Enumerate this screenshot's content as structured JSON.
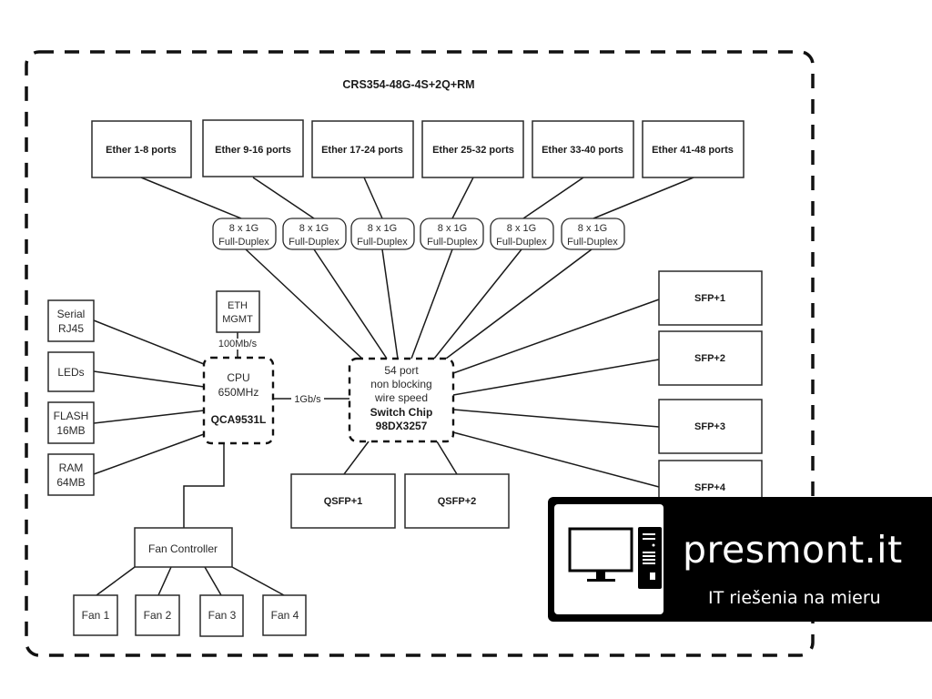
{
  "title": "CRS354-48G-4S+2Q+RM",
  "ether_groups": [
    {
      "label": "Ether 1-8 ports",
      "link": [
        "8 x 1G",
        "Full-Duplex"
      ]
    },
    {
      "label": "Ether 9-16 ports",
      "link": [
        "8 x 1G",
        "Full-Duplex"
      ]
    },
    {
      "label": "Ether 17-24 ports",
      "link": [
        "8 x 1G",
        "Full-Duplex"
      ]
    },
    {
      "label": "Ether 25-32 ports",
      "link": [
        "8 x 1G",
        "Full-Duplex"
      ]
    },
    {
      "label": "Ether 33-40 ports",
      "link": [
        "8 x 1G",
        "Full-Duplex"
      ]
    },
    {
      "label": "Ether 41-48 ports",
      "link": [
        "8 x 1G",
        "Full-Duplex"
      ]
    }
  ],
  "cpu": {
    "lines": [
      "CPU",
      "650MHz"
    ],
    "model": "QCA9531L"
  },
  "eth_mgmt": {
    "lines": [
      "ETH",
      "MGMT"
    ],
    "speed": "100Mb/s"
  },
  "cpu_peripherals": [
    {
      "lines": [
        "Serial",
        "RJ45"
      ]
    },
    {
      "lines": [
        "LEDs"
      ]
    },
    {
      "lines": [
        "FLASH",
        "16MB"
      ]
    },
    {
      "lines": [
        "RAM",
        "64MB"
      ]
    }
  ],
  "cpu_switch_link": "1Gb/s",
  "switch_chip": {
    "lines": [
      "54 port",
      "non blocking",
      "wire speed"
    ],
    "name": "Switch Chip",
    "model": "98DX3257"
  },
  "sfp_ports": [
    "SFP+1",
    "SFP+2",
    "SFP+3",
    "SFP+4"
  ],
  "qsfp_ports": [
    "QSFP+1",
    "QSFP+2"
  ],
  "fan_controller": "Fan Controller",
  "fans": [
    "Fan 1",
    "Fan 2",
    "Fan 3",
    "Fan 4"
  ],
  "logo": {
    "name": "presmont.it",
    "tagline": "IT riešenia na mieru",
    "icon": "desktop-computer-icon"
  }
}
